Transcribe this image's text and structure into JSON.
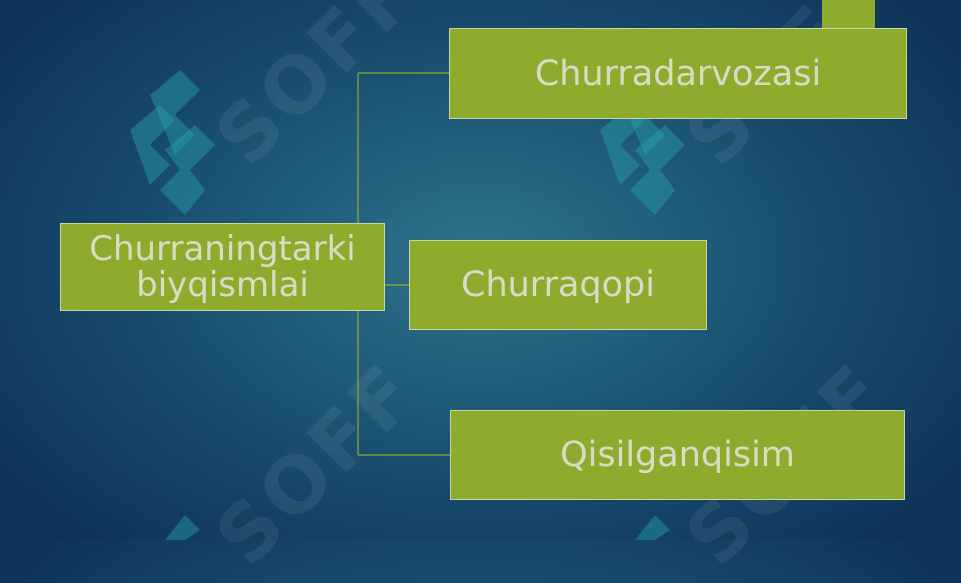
{
  "diagram": {
    "root": {
      "label_line1": "Churraningtarki",
      "label_line2": "biyqismlai"
    },
    "children": [
      {
        "label": "Churradarvozasi"
      },
      {
        "label": "Churraqopi"
      },
      {
        "label": "Qisilganqisim"
      }
    ]
  },
  "watermark": {
    "text": "SOFF",
    "icon": "soff-logo-icon"
  },
  "colors": {
    "box_fill": "#8fab2e",
    "box_text": "#d6ddc4",
    "connector": "#8fab2e",
    "background_center": "#2f7389",
    "background_edge": "#0e3358"
  }
}
